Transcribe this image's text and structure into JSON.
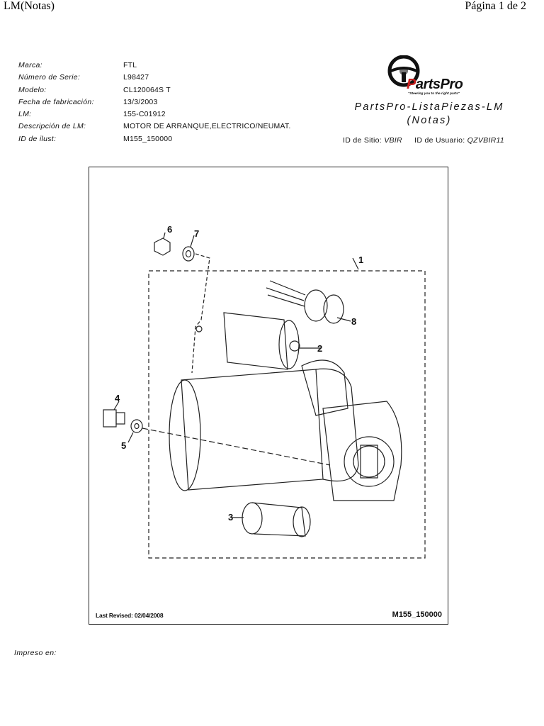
{
  "page_header": {
    "left": "LM(Notas)",
    "right": "Página 1 de 2"
  },
  "meta": [
    {
      "label": "Marca:",
      "value": "FTL"
    },
    {
      "label": "Número de Serie:",
      "value": "L98427"
    },
    {
      "label": "Modelo:",
      "value": "CL120064S T"
    },
    {
      "label": "Fecha de fabricación:",
      "value": "13/3/2003"
    },
    {
      "label": "LM:",
      "value": "155-C01912"
    },
    {
      "label": "Descripción de LM:",
      "value": "MOTOR DE ARRANQUE,ELECTRICO/NEUMAT."
    },
    {
      "label": "ID de ilust:",
      "value": "M155_150000"
    }
  ],
  "logo": {
    "brand_p": "P",
    "brand_rest": "artsPro",
    "tagline": "\"Steering you to the right parts\""
  },
  "title": {
    "line1": "PartsPro-ListaPiezas-LM",
    "line2": "(Notas)"
  },
  "site": {
    "site_label": "ID de Sitio:",
    "site_value": "VBIR",
    "user_label": "ID de Usuario:",
    "user_value": "QZVBIR11"
  },
  "figure": {
    "last_revised": "Last Revised: 02/04/2008",
    "illustration_id": "M155_150000",
    "callouts": [
      "1",
      "2",
      "3",
      "4",
      "5",
      "6",
      "7",
      "8"
    ]
  },
  "footer": {
    "printed_on": "Impreso en:"
  },
  "colors": {
    "brand_red": "#c8201e",
    "ink": "#111111"
  }
}
